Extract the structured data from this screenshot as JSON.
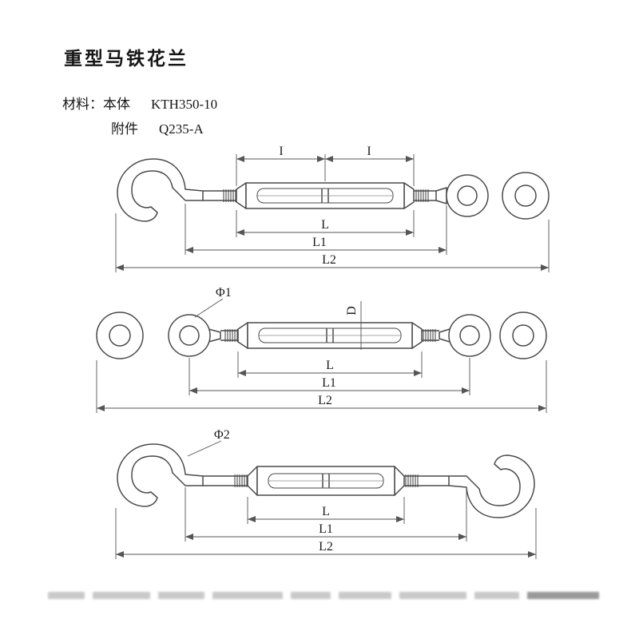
{
  "title": "重型马铁花兰",
  "materials": {
    "label": "材料：",
    "rows": [
      {
        "name": "本体",
        "value": "KTH350-10"
      },
      {
        "name": "附件",
        "value": "Q235-A"
      }
    ]
  },
  "drawings": {
    "hook_eye": {
      "dims": {
        "thread_left": "I",
        "thread_right": "I",
        "body": "L",
        "inner": "L1",
        "overall": "L2"
      }
    },
    "eye_eye": {
      "callout": "Φ1",
      "dims": {
        "diameter": "D",
        "body": "L",
        "inner": "L1",
        "overall": "L2"
      }
    },
    "hook_hook": {
      "callout": "Φ2",
      "dims": {
        "body": "L",
        "inner": "L1",
        "overall": "L2"
      }
    }
  },
  "colors": {
    "line": "#4a4a4a",
    "text": "#1d1d1d",
    "background": "#ffffff"
  }
}
